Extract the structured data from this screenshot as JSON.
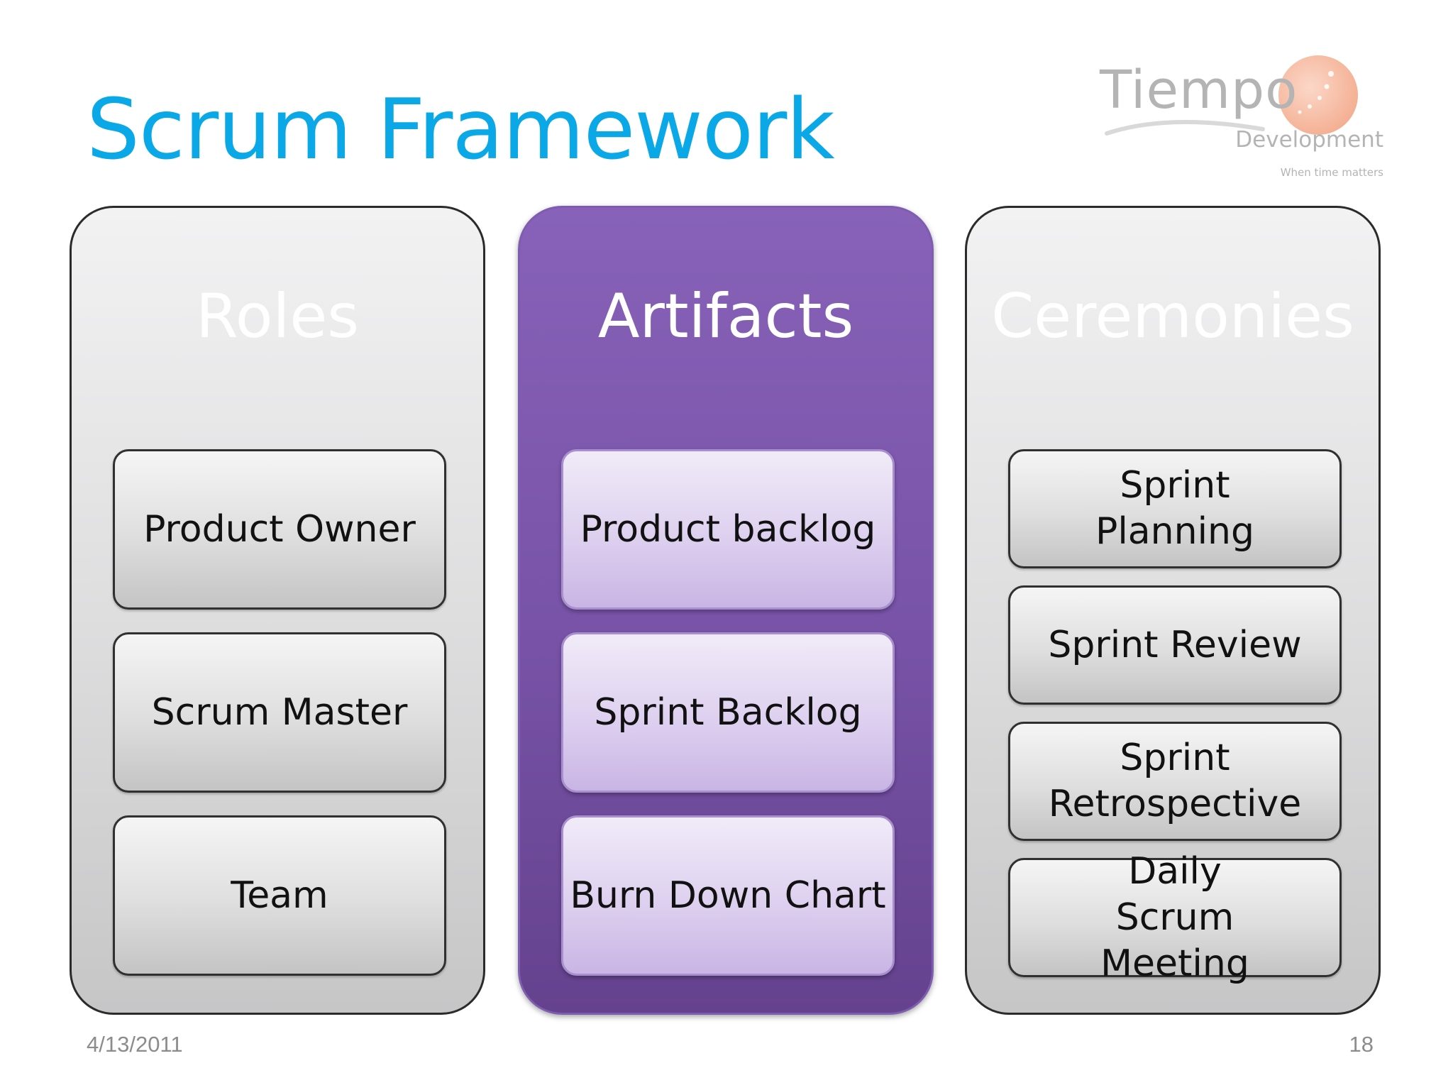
{
  "slide": {
    "title": "Scrum Framework",
    "date": "4/13/2011",
    "page_number": "18"
  },
  "logo": {
    "name": "Tiempo",
    "subtitle": "Development",
    "tagline": "When time matters"
  },
  "columns": {
    "roles": {
      "heading": "Roles",
      "items": [
        "Product Owner",
        "Scrum Master",
        "Team"
      ]
    },
    "artifacts": {
      "heading": "Artifacts",
      "items": [
        "Product backlog",
        "Sprint Backlog",
        "Burn Down Chart"
      ]
    },
    "ceremonies": {
      "heading": "Ceremonies",
      "items": [
        "Sprint Planning",
        "Sprint Review",
        "Sprint Retrospective",
        "Daily Scrum Meeting"
      ]
    }
  },
  "colors": {
    "title": "#0aa8e6",
    "highlight_column": "#7752a6",
    "logo_gray": "#b4b4b4",
    "logo_orange": "#f3a98a"
  }
}
